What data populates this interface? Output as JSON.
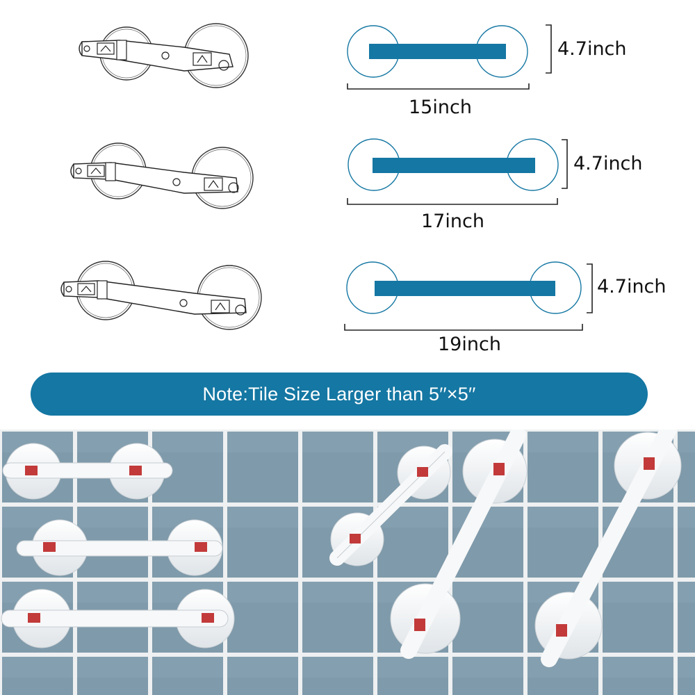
{
  "colors": {
    "accent": "#1577a3",
    "tile": "#7f9aaa",
    "grout": "#f2f2f2"
  },
  "sizes": [
    {
      "width_label": "15inch",
      "height_label": "4.7inch"
    },
    {
      "width_label": "17inch",
      "height_label": "4.7inch"
    },
    {
      "width_label": "19inch",
      "height_label": "4.7inch"
    }
  ],
  "note": "Note:Tile Size Larger than 5′′×5′′"
}
